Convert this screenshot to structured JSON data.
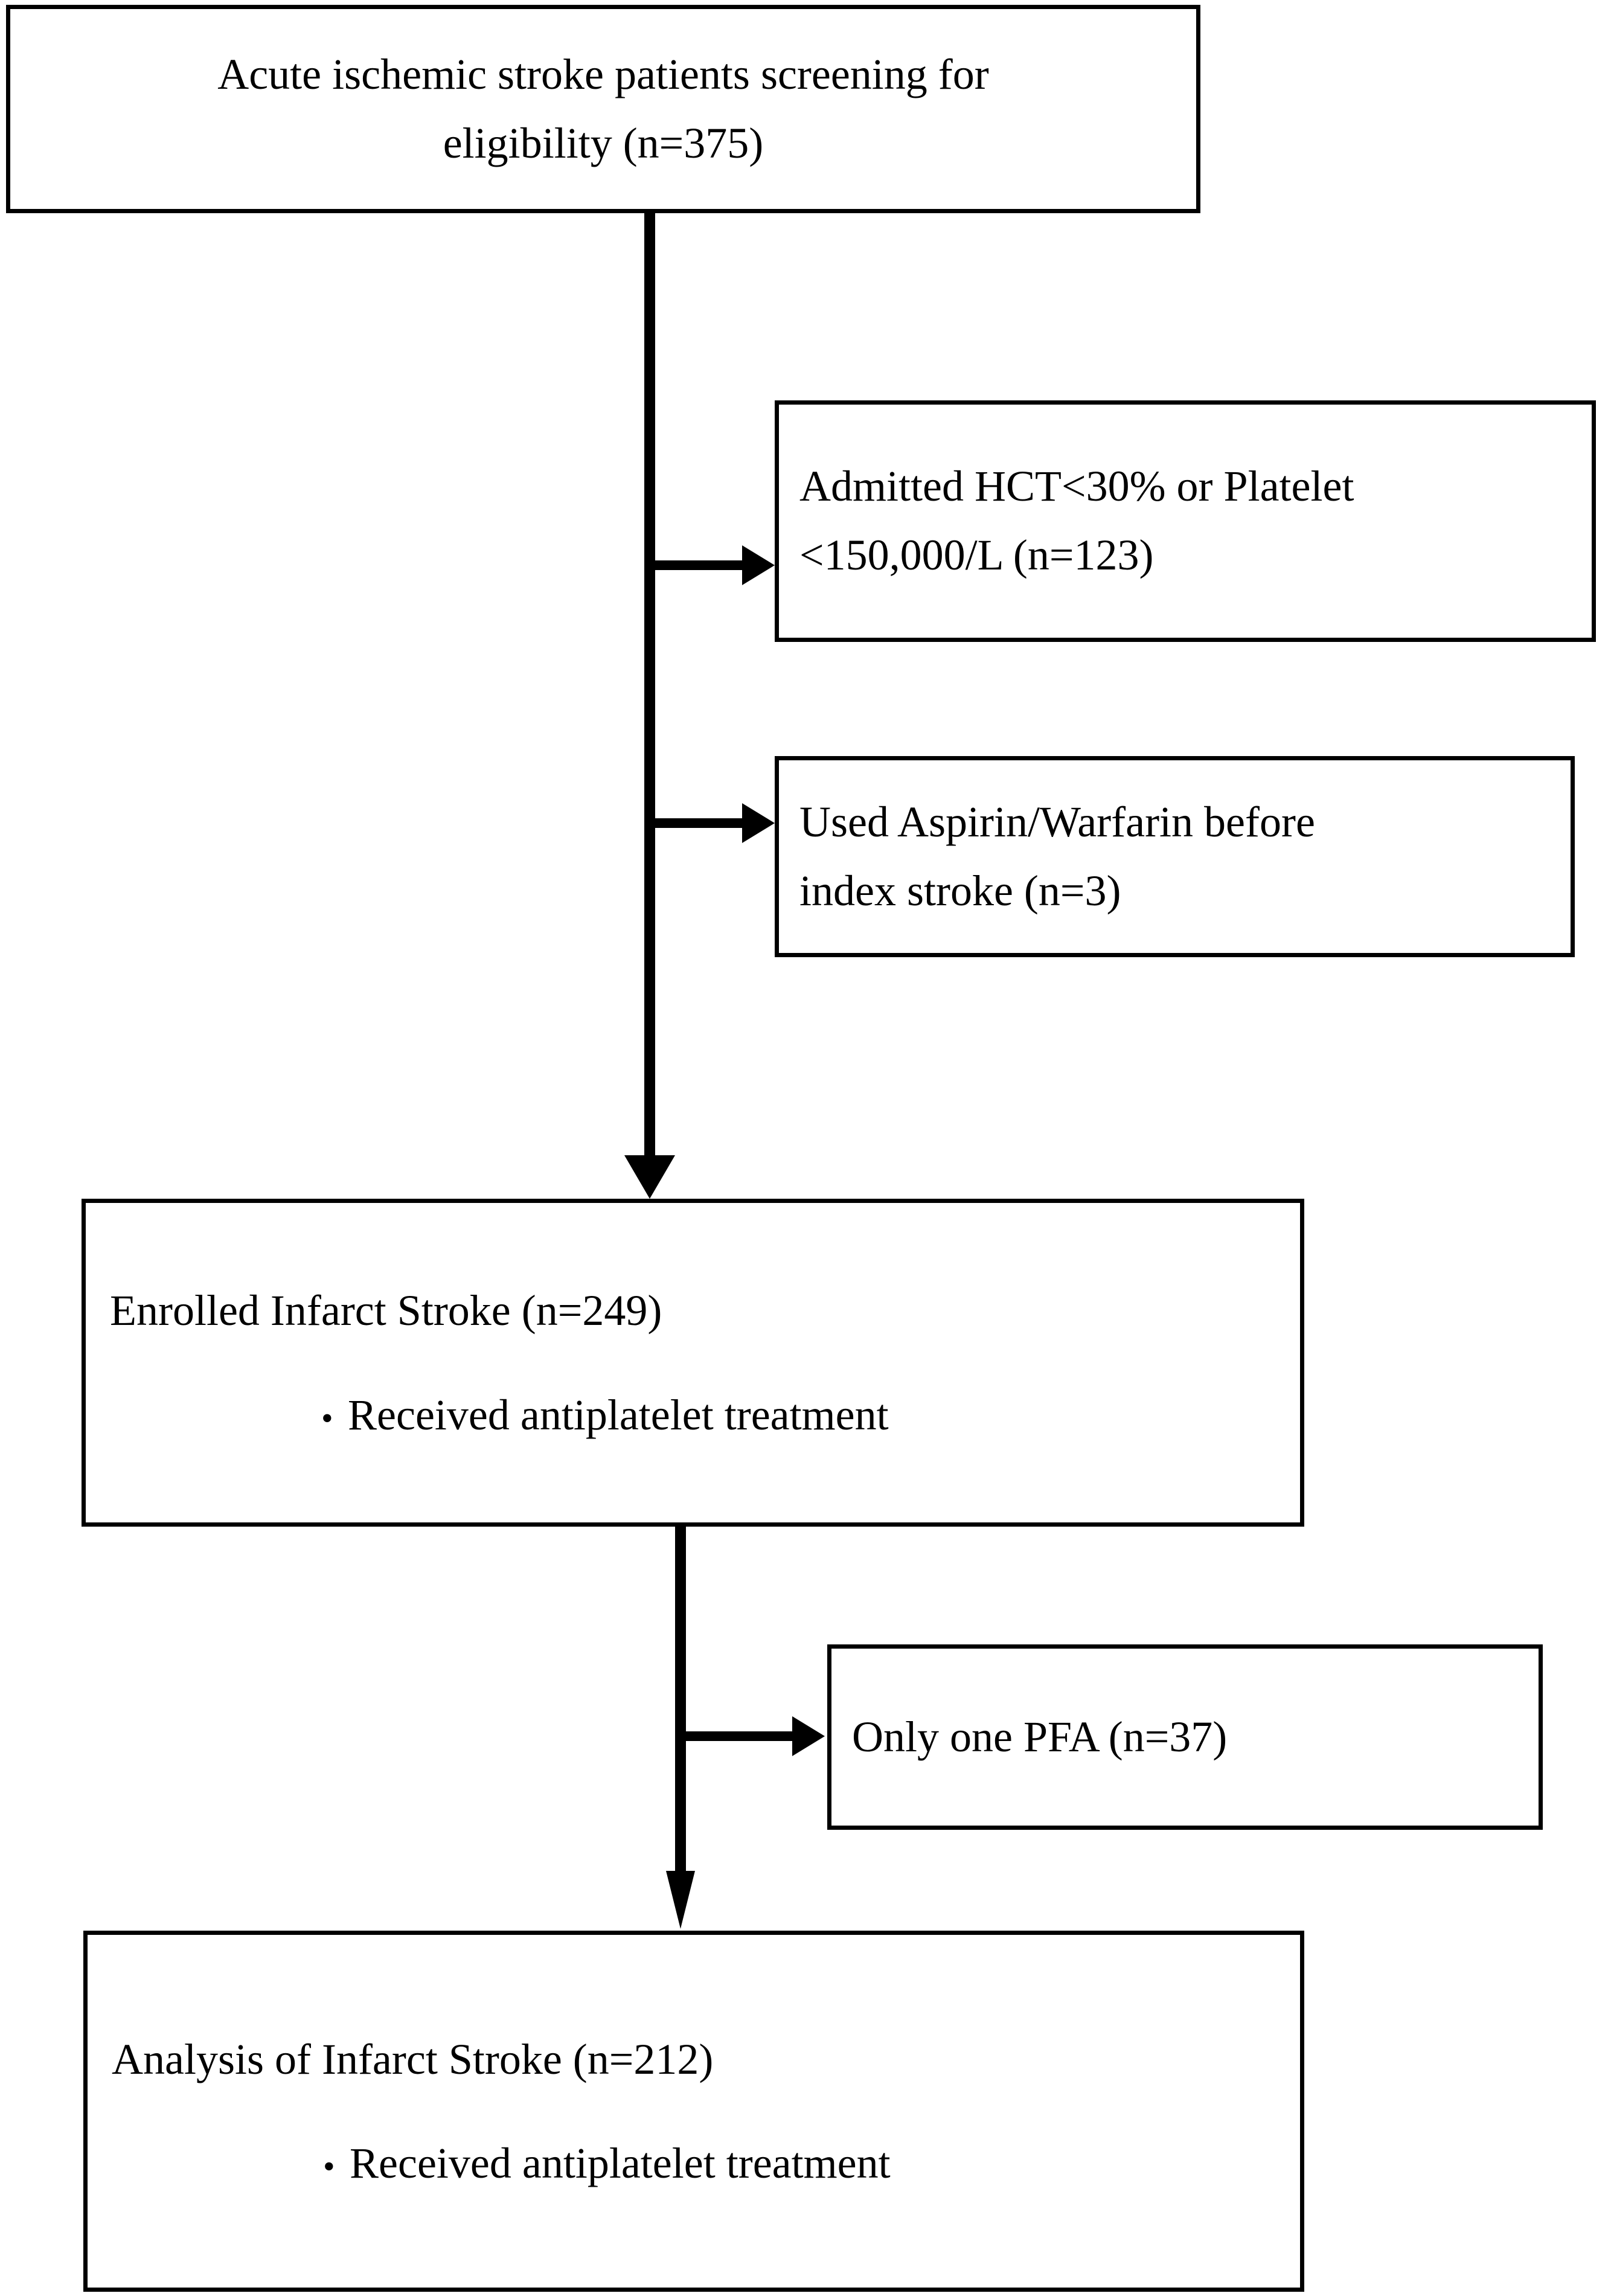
{
  "diagram": {
    "type": "flowchart",
    "title": "Acute ischemic stroke patient enrollment flow",
    "orientation": "top-to-bottom",
    "colors": {
      "border": "#000000",
      "background": "#ffffff",
      "text": "#000000"
    },
    "nodes": [
      {
        "id": "screening",
        "role": "primary",
        "lines": [
          "Acute ischemic stroke patients screening for",
          "eligibility (n=375)"
        ],
        "count_label": "n=375",
        "count": 375
      },
      {
        "id": "excluded-hct-platelet",
        "role": "exclusion",
        "lines": [
          "Admitted HCT<30% or Platelet",
          "<150,000/L (n=123)"
        ],
        "count_label": "n=123",
        "count": 123
      },
      {
        "id": "excluded-prior-antithrombotic",
        "role": "exclusion",
        "lines": [
          "Used  Aspirin/Warfarin  before",
          "index stroke (n=3)"
        ],
        "count_label": "n=3",
        "count": 3
      },
      {
        "id": "enrolled",
        "role": "primary",
        "heading": "Enrolled Infarct Stroke (n=249)",
        "bullet_marker": "•",
        "bullets": [
          "Received antiplatelet treatment"
        ],
        "count_label": "n=249",
        "count": 249
      },
      {
        "id": "excluded-single-pfa",
        "role": "exclusion",
        "lines": [
          "Only one PFA (n=37)"
        ],
        "count_label": "n=37",
        "count": 37
      },
      {
        "id": "analysis",
        "role": "primary",
        "heading": "Analysis of Infarct Stroke (n=212)",
        "bullet_marker": "•",
        "bullets": [
          "Received antiplatelet treatment"
        ],
        "count_label": "n=212",
        "count": 212
      }
    ],
    "edges": [
      {
        "from": "screening",
        "to": "excluded-hct-platelet",
        "kind": "branch-right"
      },
      {
        "from": "screening",
        "to": "excluded-prior-antithrombotic",
        "kind": "branch-right"
      },
      {
        "from": "screening",
        "to": "enrolled",
        "kind": "main-down"
      },
      {
        "from": "enrolled",
        "to": "excluded-single-pfa",
        "kind": "branch-right"
      },
      {
        "from": "enrolled",
        "to": "analysis",
        "kind": "main-down"
      }
    ]
  }
}
